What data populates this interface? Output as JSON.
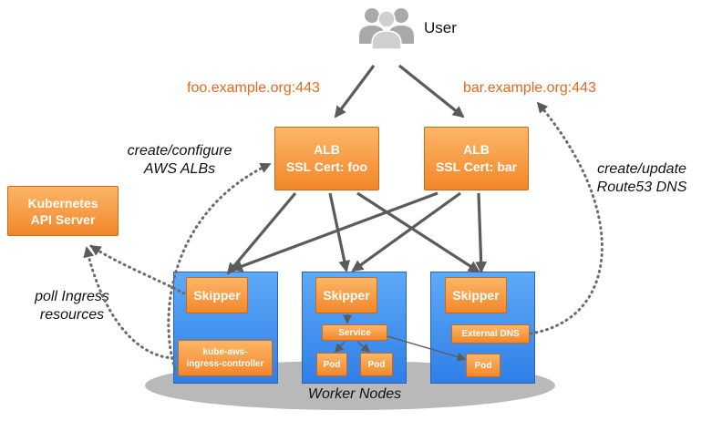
{
  "user": {
    "label": "User",
    "icon": "users-icon"
  },
  "hosts": {
    "foo": "foo.example.org:443",
    "bar": "bar.example.org:443"
  },
  "albs": {
    "foo": {
      "title": "ALB",
      "cert": "SSL Cert: foo"
    },
    "bar": {
      "title": "ALB",
      "cert": "SSL Cert: bar"
    }
  },
  "api_server": "Kubernetes\nAPI Server",
  "notes": {
    "create_albs": "create/configure\nAWS ALBs",
    "route53": "create/update\nRoute53 DNS",
    "poll": "poll Ingress\nresources"
  },
  "nodes": {
    "skipper": "Skipper",
    "controller": "kube-aws-\ningress-controller",
    "service": "Service",
    "pod": "Pod",
    "external_dns": "External DNS"
  },
  "worker_nodes": "Worker Nodes",
  "colors": {
    "orange": "#f2872a",
    "blue": "#2f7fe8",
    "arrow": "#5b5b5b",
    "host_text": "#e56a1f"
  }
}
